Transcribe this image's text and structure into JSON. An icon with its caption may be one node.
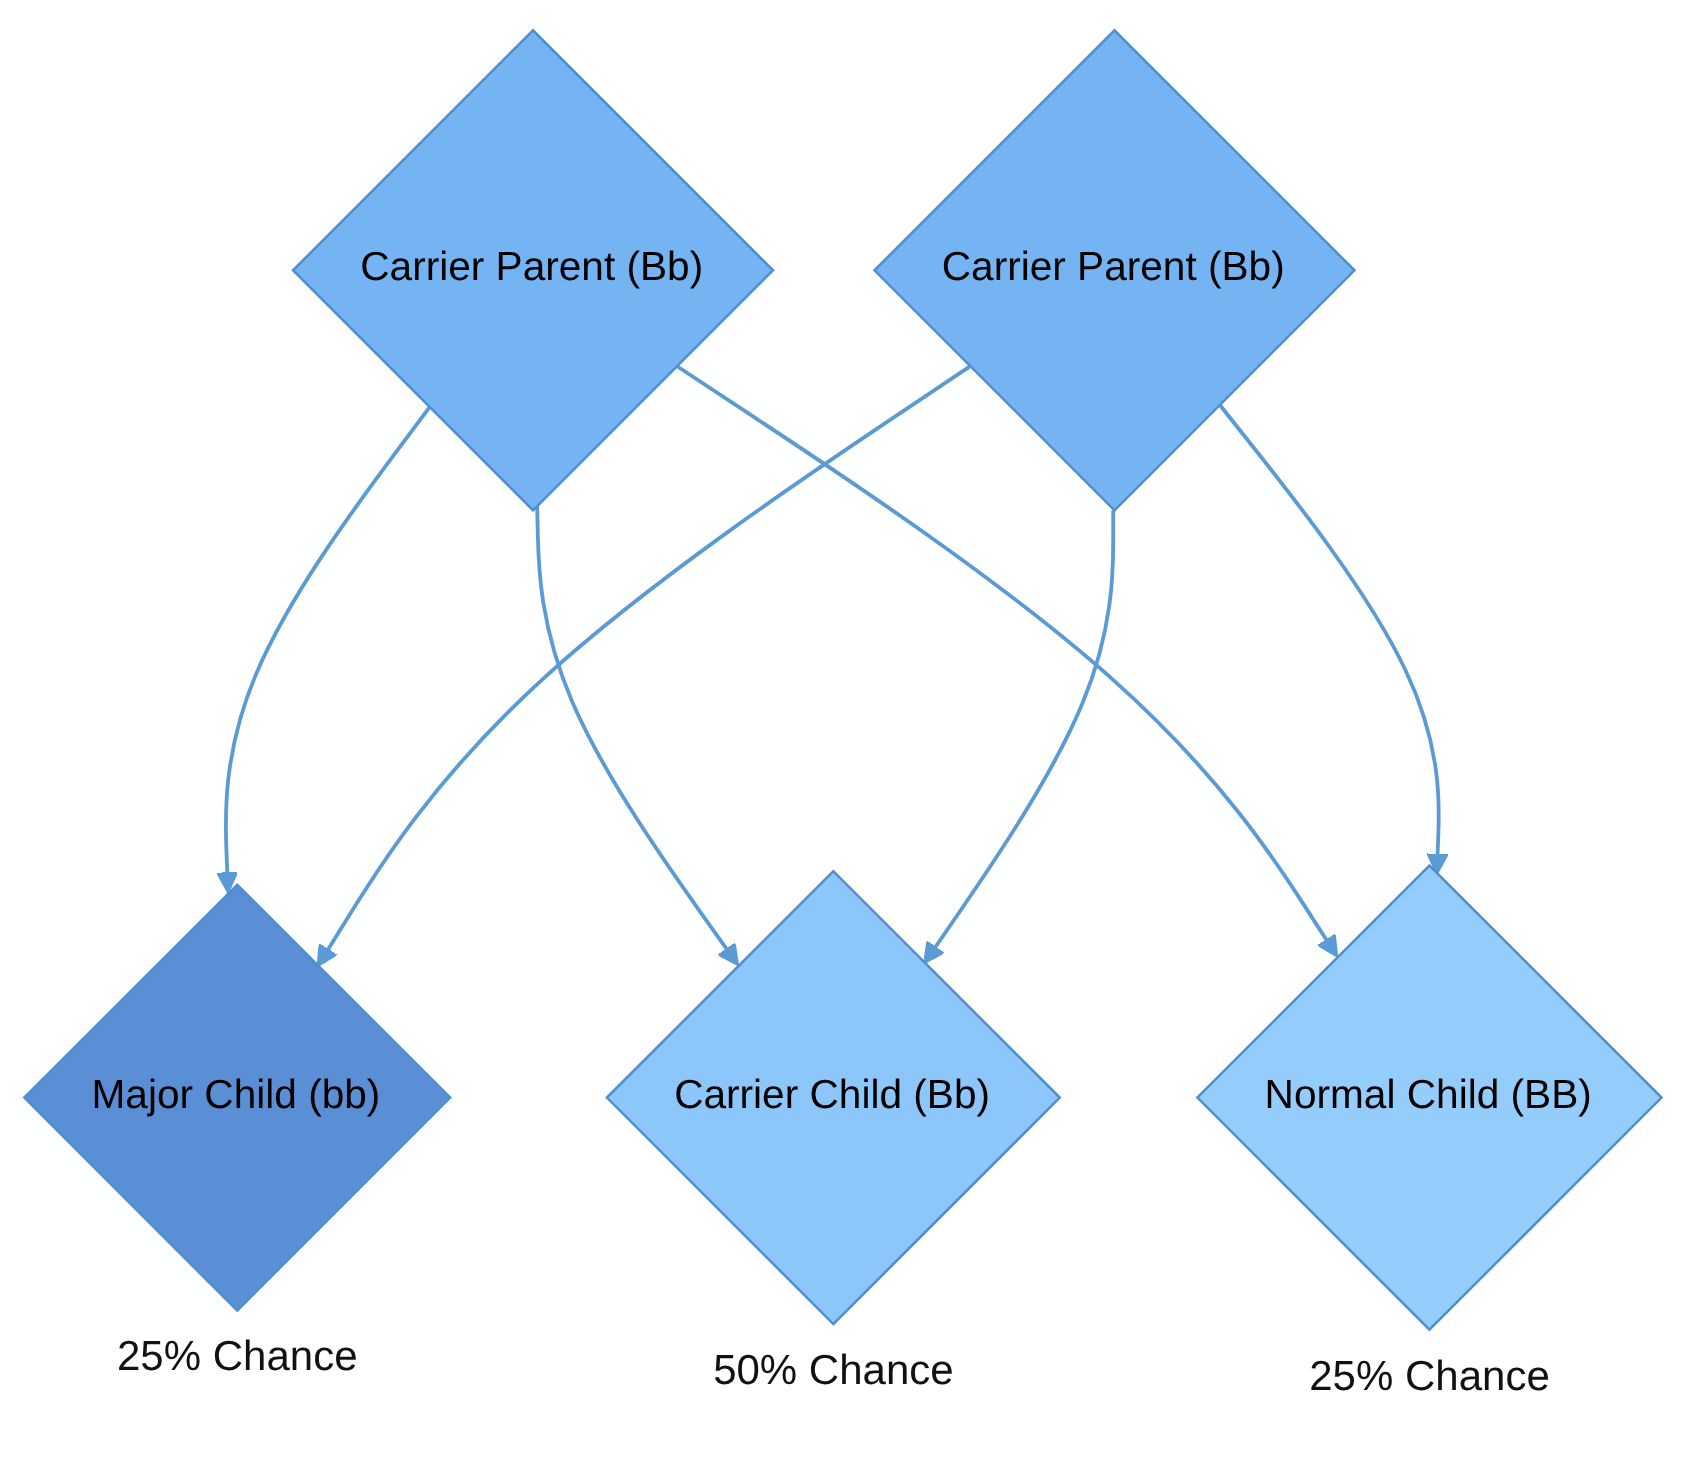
{
  "diagram": {
    "nodes": [
      {
        "text": [
          "Carrier Parent (Bb)"
        ]
      },
      {
        "text": [
          "Carrier Parent (Bb)"
        ]
      },
      {
        "text": [
          "Major Child (bb)"
        ],
        "beside": [
          "25% Chance"
        ]
      },
      {
        "text": [
          "Carrier Child (Bb)"
        ],
        "beside": [
          "50% Chance"
        ]
      },
      {
        "text": [
          "Normal Child (BB)"
        ],
        "beside": [
          "25% Chance"
        ]
      }
    ],
    "edges": [
      {
        "from": 0,
        "to": 2,
        "arrow": "to"
      },
      {
        "from": 0,
        "to": 3,
        "arrow": "to"
      },
      {
        "from": 0,
        "to": 4,
        "arrow": "to"
      },
      {
        "from": 1,
        "to": 2,
        "arrow": "to"
      },
      {
        "from": 1,
        "to": 3,
        "arrow": "to"
      },
      {
        "from": 1,
        "to": 4,
        "arrow": "to"
      }
    ]
  }
}
